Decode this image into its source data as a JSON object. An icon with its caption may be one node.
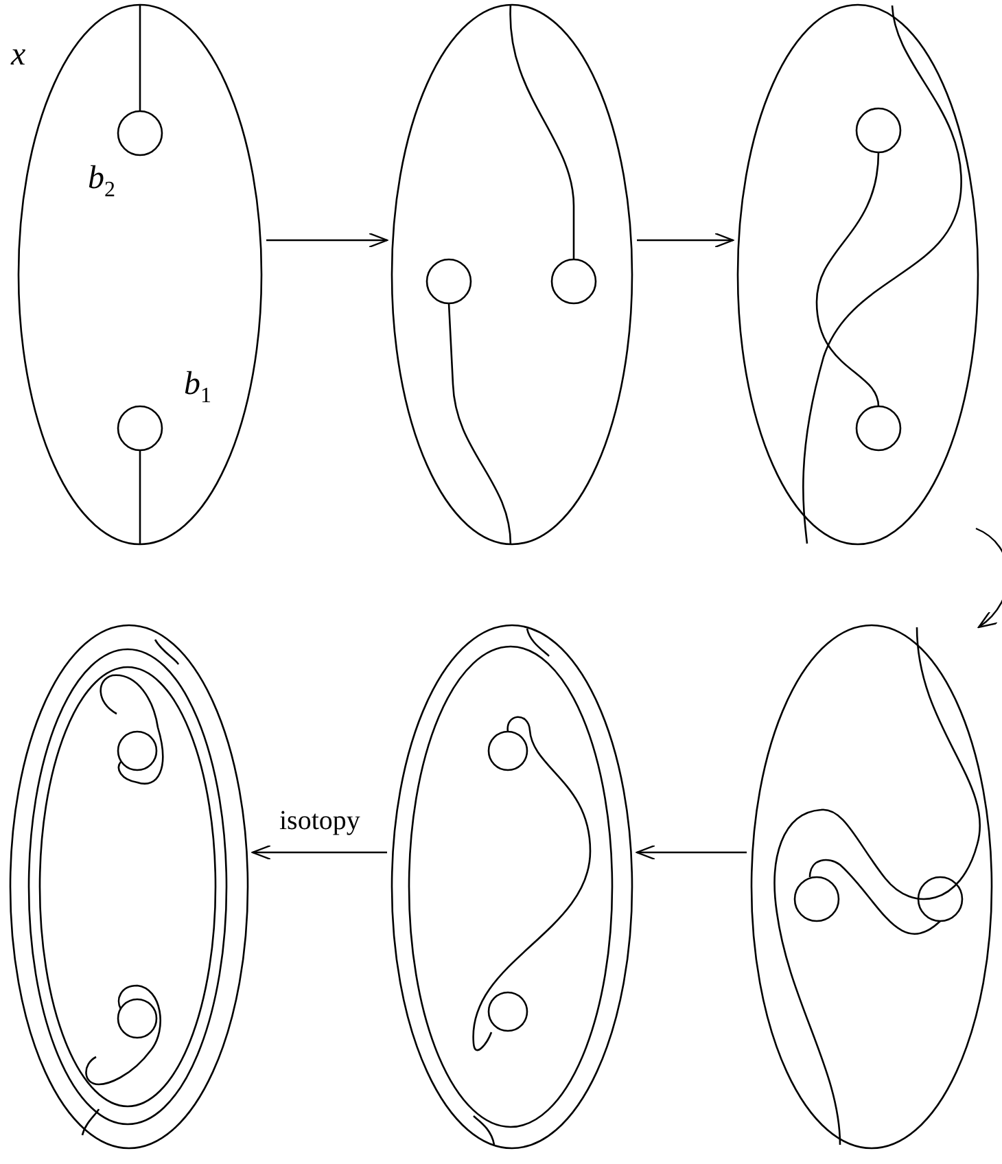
{
  "diagram": {
    "nodes": [
      {
        "text": [],
        "shape": "ellipse"
      },
      {
        "text": [],
        "shape": "ellipse"
      },
      {
        "text": [],
        "shape": "ellipse"
      },
      {
        "text": [],
        "shape": "ellipse"
      },
      {
        "text": [],
        "shape": "ellipse"
      },
      {
        "text": [],
        "shape": "ellipse"
      }
    ],
    "edges": [
      {
        "from": 0,
        "to": 1,
        "arrow": "to"
      },
      {
        "from": 1,
        "to": 2,
        "arrow": "to"
      },
      {
        "from": 2,
        "to": 5,
        "arrow": "to"
      },
      {
        "from": 5,
        "to": 4,
        "arrow": "to"
      },
      {
        "from": 4,
        "to": 3,
        "label": "isotopy",
        "arrow": "to"
      }
    ],
    "labels": [
      "x",
      "b$_{2}$",
      "b$_{1}$"
    ]
  }
}
